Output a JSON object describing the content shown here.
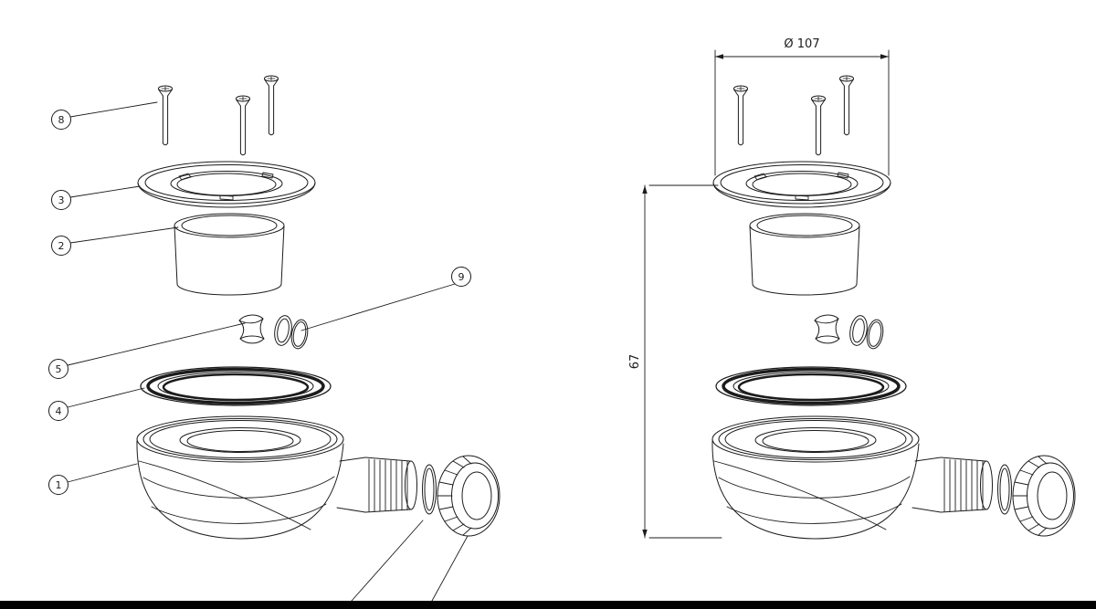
{
  "page": {
    "background": "#ffffff",
    "line_color": "#1c1c1c",
    "bottom_bar_color": "#000000"
  },
  "callouts": [
    {
      "label": "8"
    },
    {
      "label": "3"
    },
    {
      "label": "2"
    },
    {
      "label": "5"
    },
    {
      "label": "4"
    },
    {
      "label": "1"
    },
    {
      "label": "9"
    }
  ],
  "dimensions": {
    "diameter": "Ø 107",
    "height": "67"
  }
}
